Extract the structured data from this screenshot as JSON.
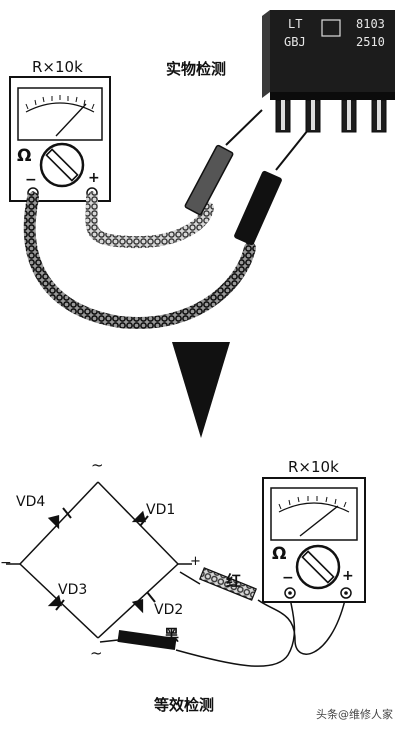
{
  "top": {
    "meter_range": "R×10k",
    "ohm_symbol": "Ω",
    "minus_sign": "−",
    "plus_sign": "+",
    "chip_line1_left": "LT",
    "chip_line1_right": "8103",
    "chip_line2_left": "GBJ",
    "chip_line2_right": "2510",
    "title": "实物检测"
  },
  "bottom": {
    "meter_range": "R×10k",
    "ohm_symbol": "Ω",
    "minus_sign": "−",
    "plus_sign": "+",
    "vd1": "VD1",
    "vd2": "VD2",
    "vd3": "VD3",
    "vd4": "VD4",
    "ac_top": "~",
    "ac_bottom": "~",
    "dc_plus": "+",
    "dc_minus": "−",
    "red_probe": "红",
    "black_probe": "黑",
    "title": "等效检测"
  },
  "watermark": "头条@维修人家"
}
